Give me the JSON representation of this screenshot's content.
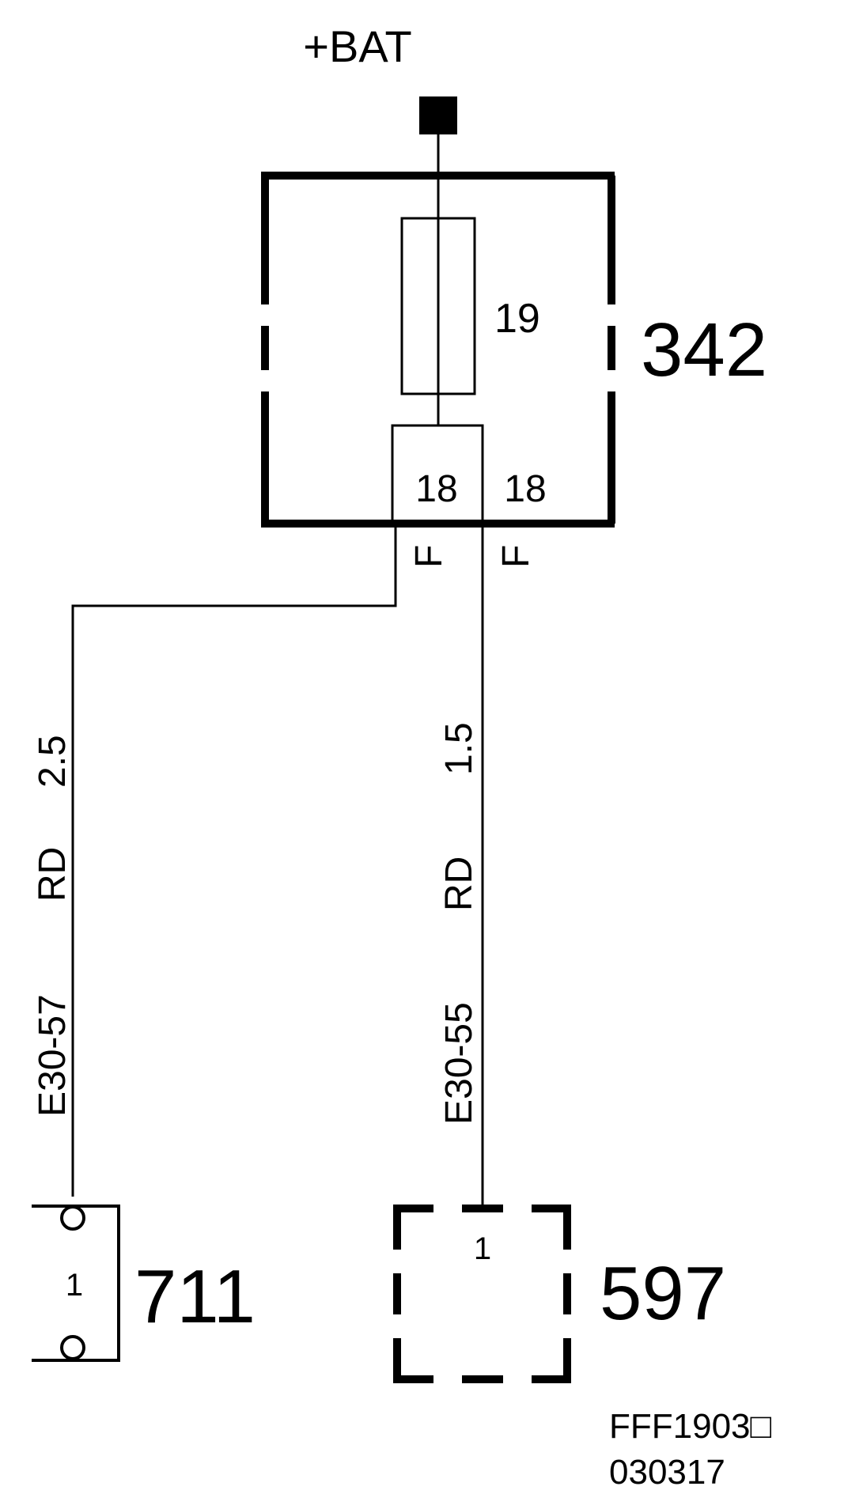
{
  "supply": {
    "label": "+BAT"
  },
  "fuse_box": {
    "id": "342",
    "fuse_number": "19",
    "terminal_left": "18",
    "terminal_right": "18"
  },
  "feed_marks": {
    "left": "F",
    "right": "F"
  },
  "wires": [
    {
      "code": "E30-57",
      "color": "RD",
      "size": "2.5"
    },
    {
      "code": "E30-55",
      "color": "RD",
      "size": "1.5"
    }
  ],
  "components": [
    {
      "id": "711",
      "pin": "1"
    },
    {
      "id": "597",
      "pin": "1"
    }
  ],
  "reference": {
    "line1": "FFF1903□",
    "line2": "030317"
  },
  "colors": {
    "ink": "#000000",
    "background": "#ffffff"
  }
}
